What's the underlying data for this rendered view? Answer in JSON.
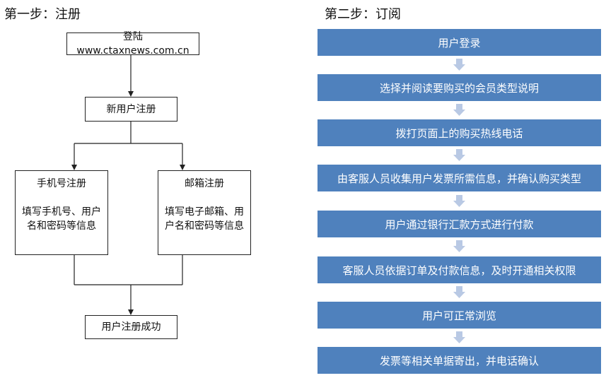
{
  "left": {
    "title": "第一步：注册",
    "login_box": "登陆 www.ctaxnews.com.cn",
    "new_user_box": "新用户注册",
    "phone_box": {
      "heading": "手机号注册",
      "body": "填写手机号、用户名和密码等信息"
    },
    "email_box": {
      "heading": "邮箱注册",
      "body": "填写电子邮箱、用户名和密码等信息"
    },
    "success_box": "用户注册成功"
  },
  "right": {
    "title": "第二步：订阅",
    "steps": [
      "用户登录",
      "选择并阅读要购买的会员类型说明",
      "拨打页面上的购买热线电话",
      "由客服人员收集用户发票所需信息，并确认购买类型",
      "用户通过银行汇款方式进行付款",
      "客服人员依据订单及付款信息，及时开通相关权限",
      "用户可正常浏览",
      "发票等相关单据寄出，并电话确认"
    ]
  },
  "colors": {
    "step_fill": "#4f81bd",
    "step_text": "#ffffff",
    "arrow_fill": "#b9c9e4",
    "line": "#222222"
  }
}
